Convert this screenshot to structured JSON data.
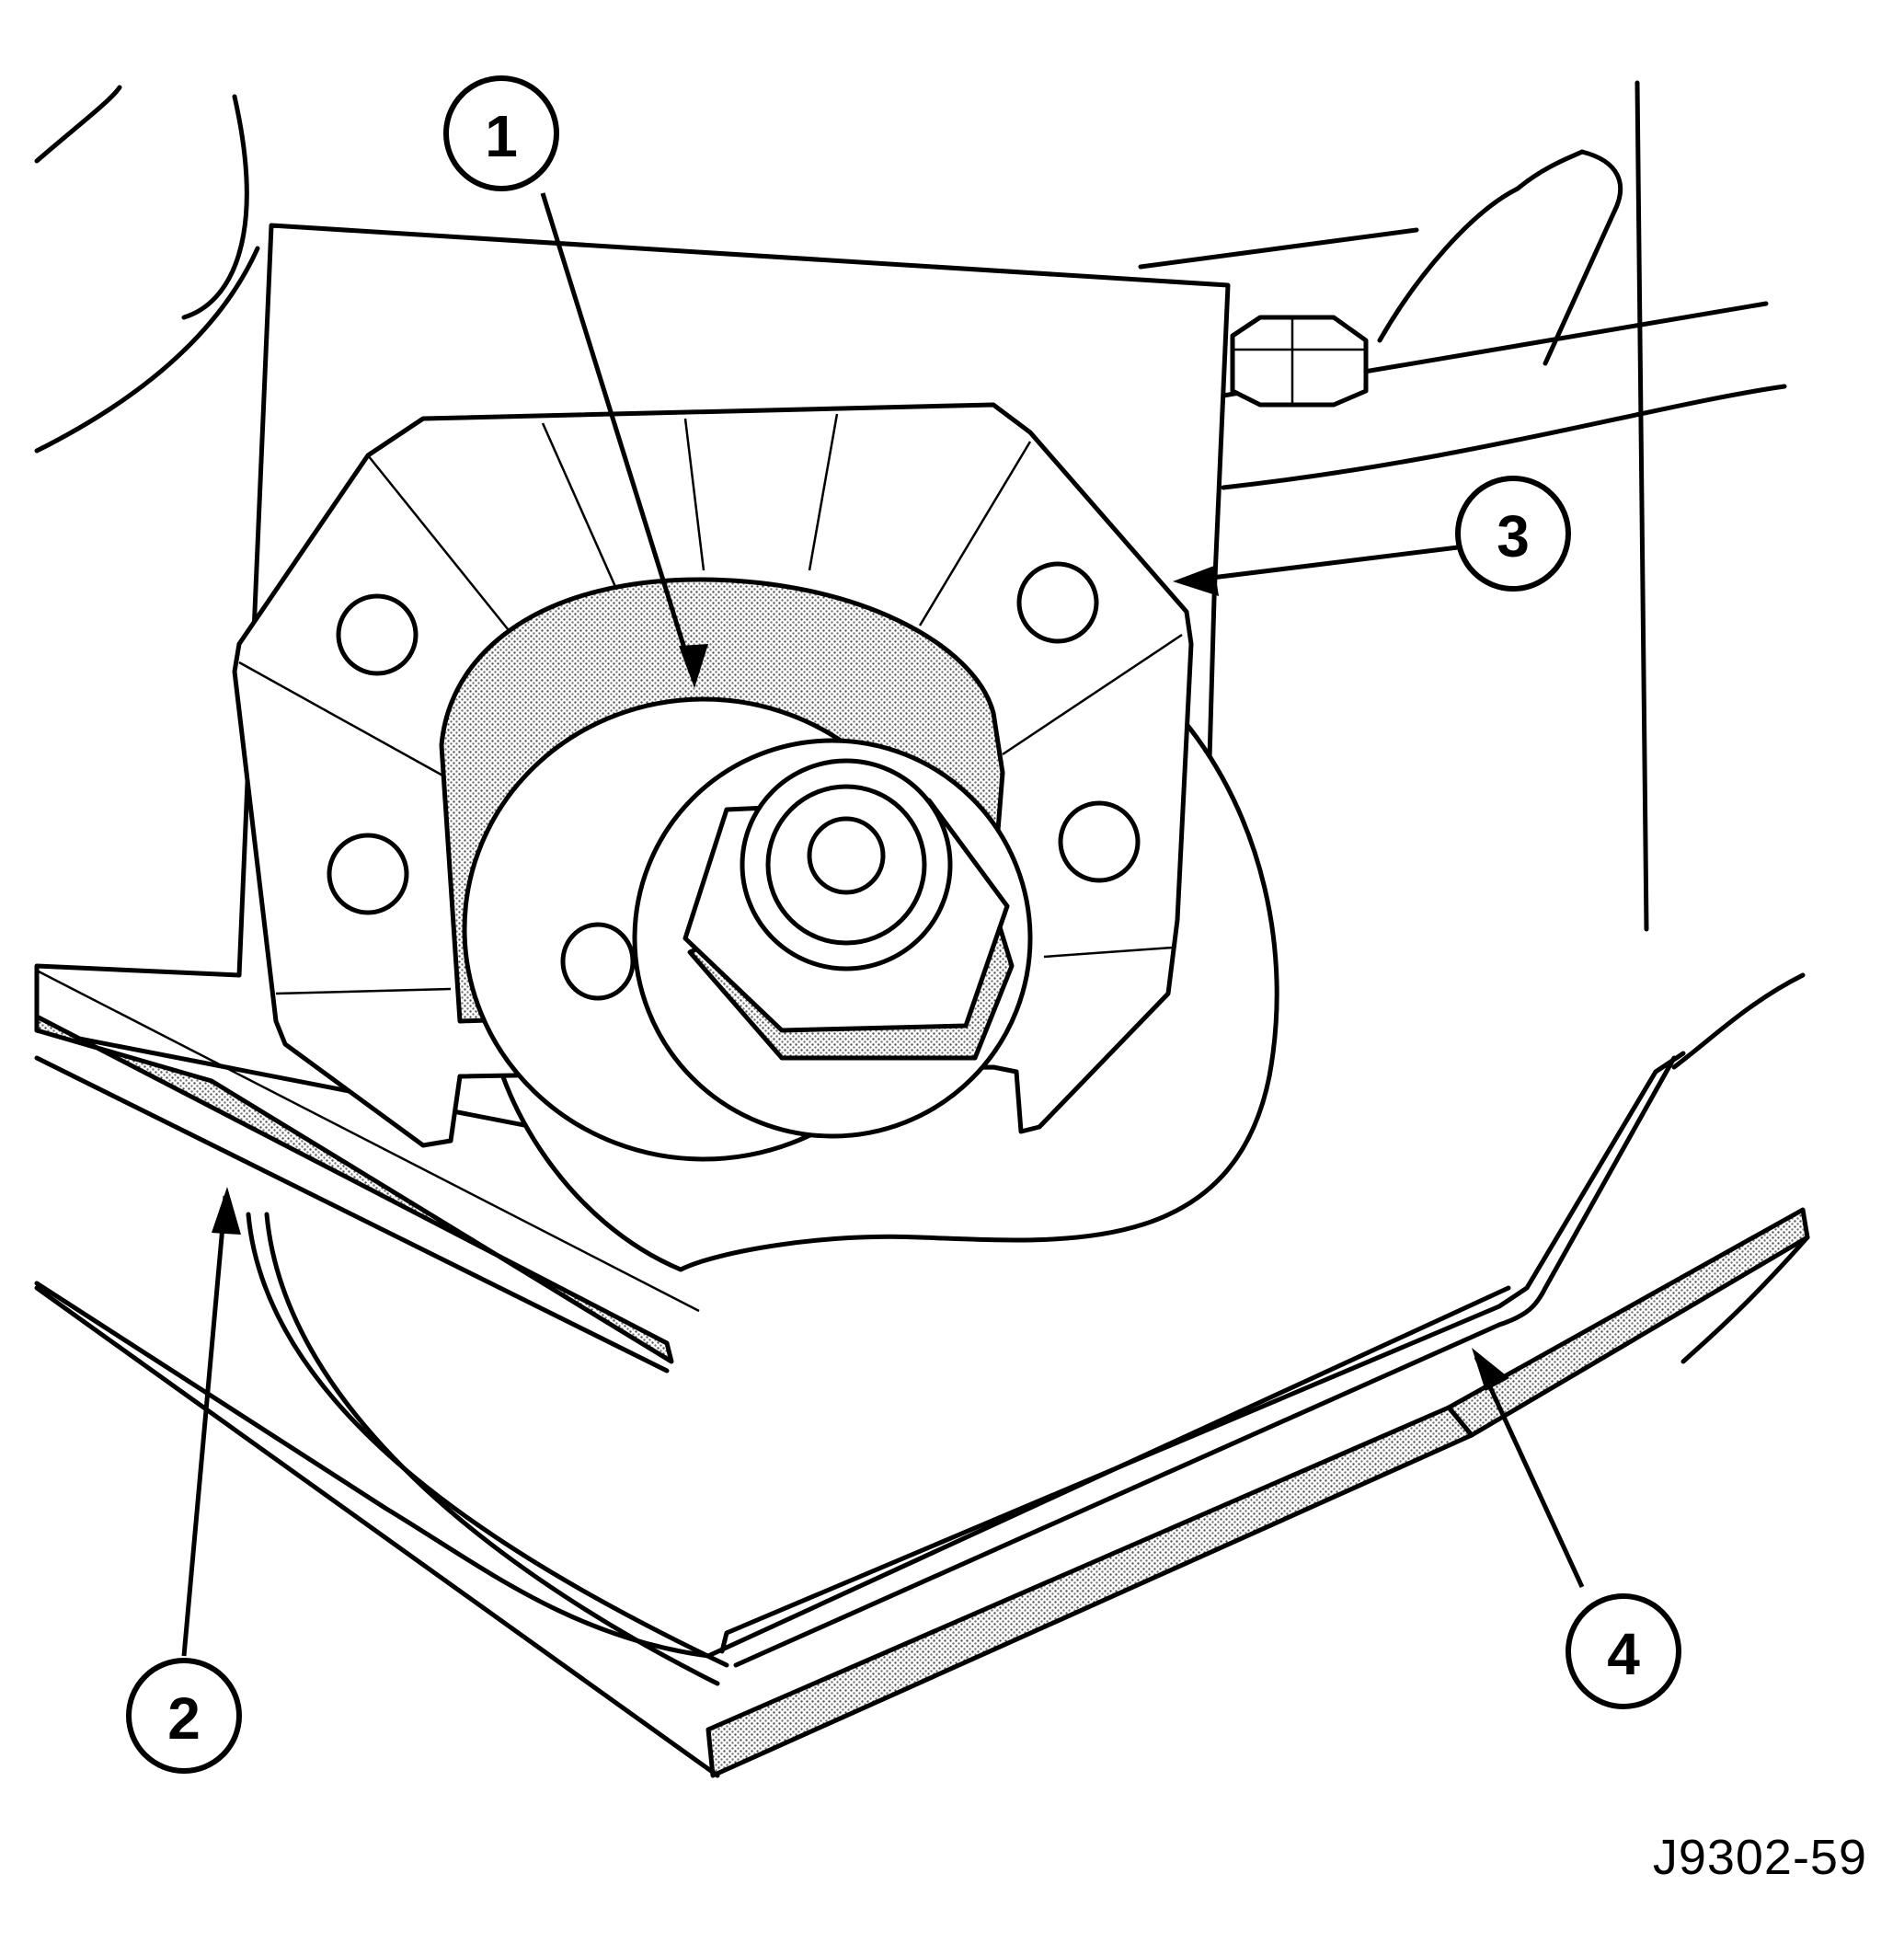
{
  "figure": {
    "code": "J9302-59",
    "accent_color": "#000000",
    "background_color": "#ffffff"
  },
  "callouts": [
    {
      "id": "1",
      "label": "1"
    },
    {
      "id": "2",
      "label": "2"
    },
    {
      "id": "3",
      "label": "3"
    },
    {
      "id": "4",
      "label": "4"
    }
  ]
}
